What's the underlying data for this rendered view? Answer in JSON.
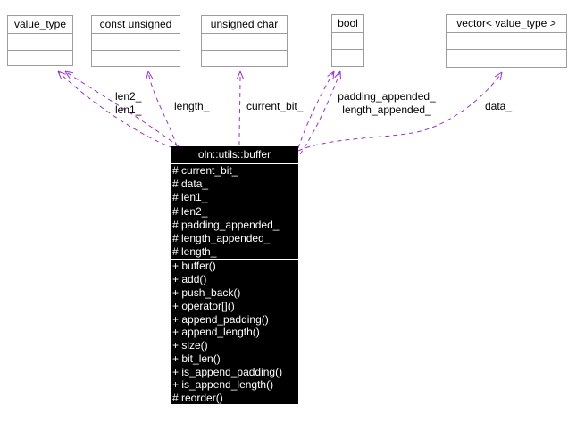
{
  "colors": {
    "edge": "#9a32cd",
    "box_border": "#9c9c9c",
    "class_background": "#000000",
    "class_text": "#ffffff"
  },
  "top_classes": [
    {
      "name": "value_type"
    },
    {
      "name": "const unsigned"
    },
    {
      "name": "unsigned char"
    },
    {
      "name": "bool"
    },
    {
      "name": "vector< value_type >"
    }
  ],
  "main_class": {
    "title": "oln::utils::buffer",
    "attributes": [
      "# current_bit_",
      "# data_",
      "# len1_",
      "# len2_",
      "# padding_appended_",
      "# length_appended_",
      "# length_"
    ],
    "methods": [
      "+ buffer()",
      "+ add()",
      "+ push_back()",
      "+ operator[]()",
      "+ append_padding()",
      "+ append_length()",
      "+ size()",
      "+ bit_len()",
      "+ is_append_padding()",
      "+ is_append_length()",
      "# reorder()"
    ]
  },
  "edges": [
    {
      "target": "value_type",
      "lines": [
        "len2_",
        "len1_"
      ]
    },
    {
      "target": "const unsigned",
      "lines": [
        "length_"
      ]
    },
    {
      "target": "unsigned char",
      "lines": [
        "current_bit_"
      ]
    },
    {
      "target": "bool",
      "lines": [
        "padding_appended_",
        "length_appended_"
      ]
    },
    {
      "target": "vector< value_type >",
      "lines": [
        "data_"
      ]
    }
  ]
}
